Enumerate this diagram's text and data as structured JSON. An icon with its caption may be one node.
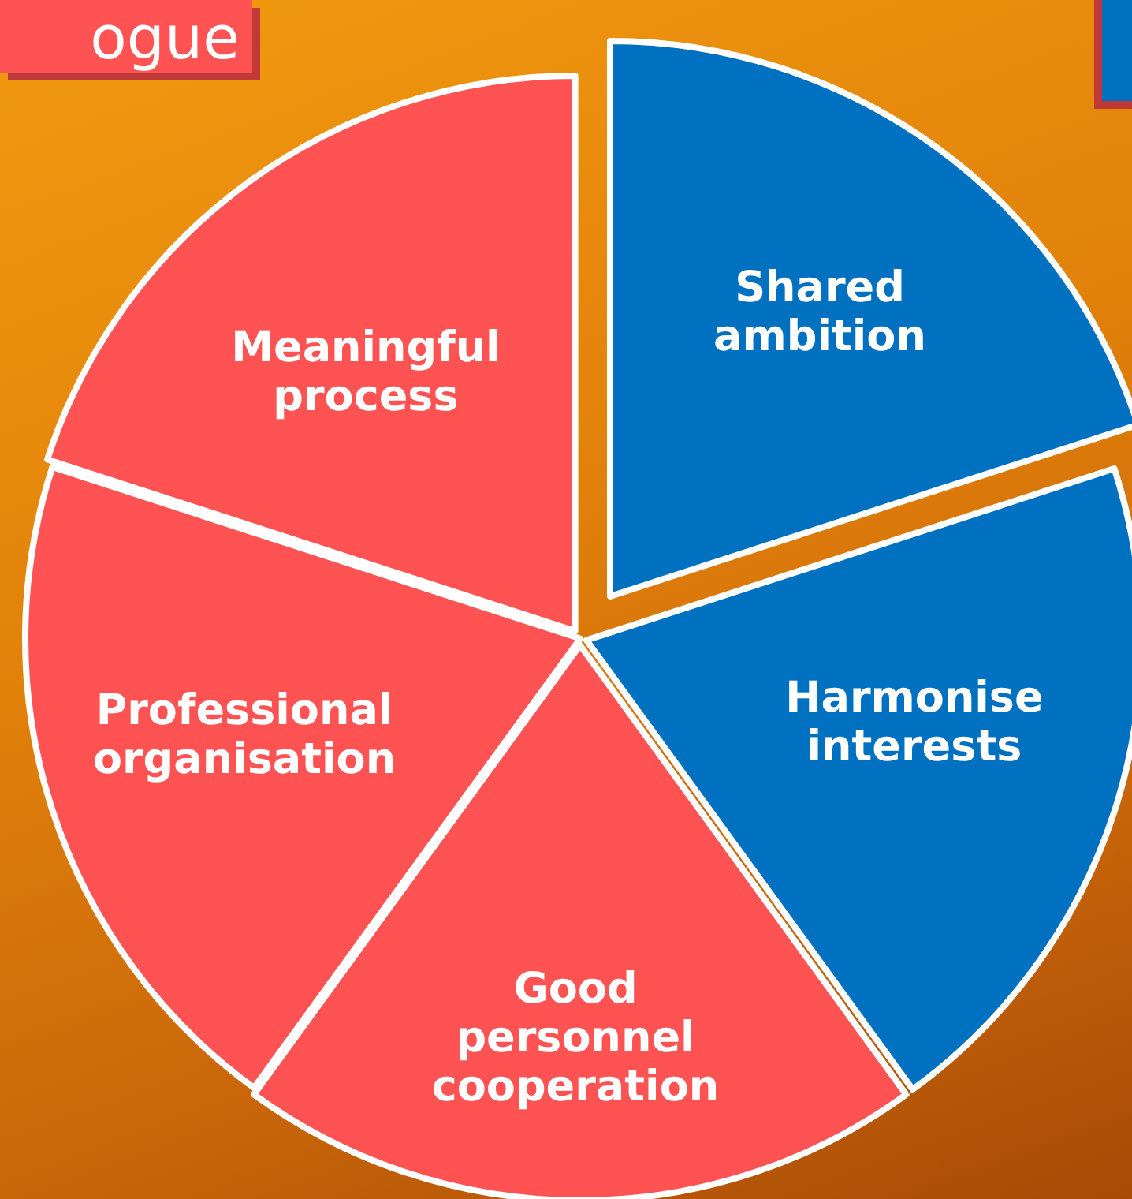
{
  "diagram": {
    "nodes": [
      {
        "text": [
          "ogue"
        ]
      },
      {
        "text": [],
        "shape": "box"
      },
      {
        "text": [
          "Meaningful process"
        ]
      },
      {
        "text": [
          "Shared ambition"
        ]
      },
      {
        "text": [
          "Harmonise interests"
        ]
      },
      {
        "text": [
          "Professional organisation"
        ]
      },
      {
        "text": [
          "Good personnel cooperation"
        ]
      }
    ]
  }
}
